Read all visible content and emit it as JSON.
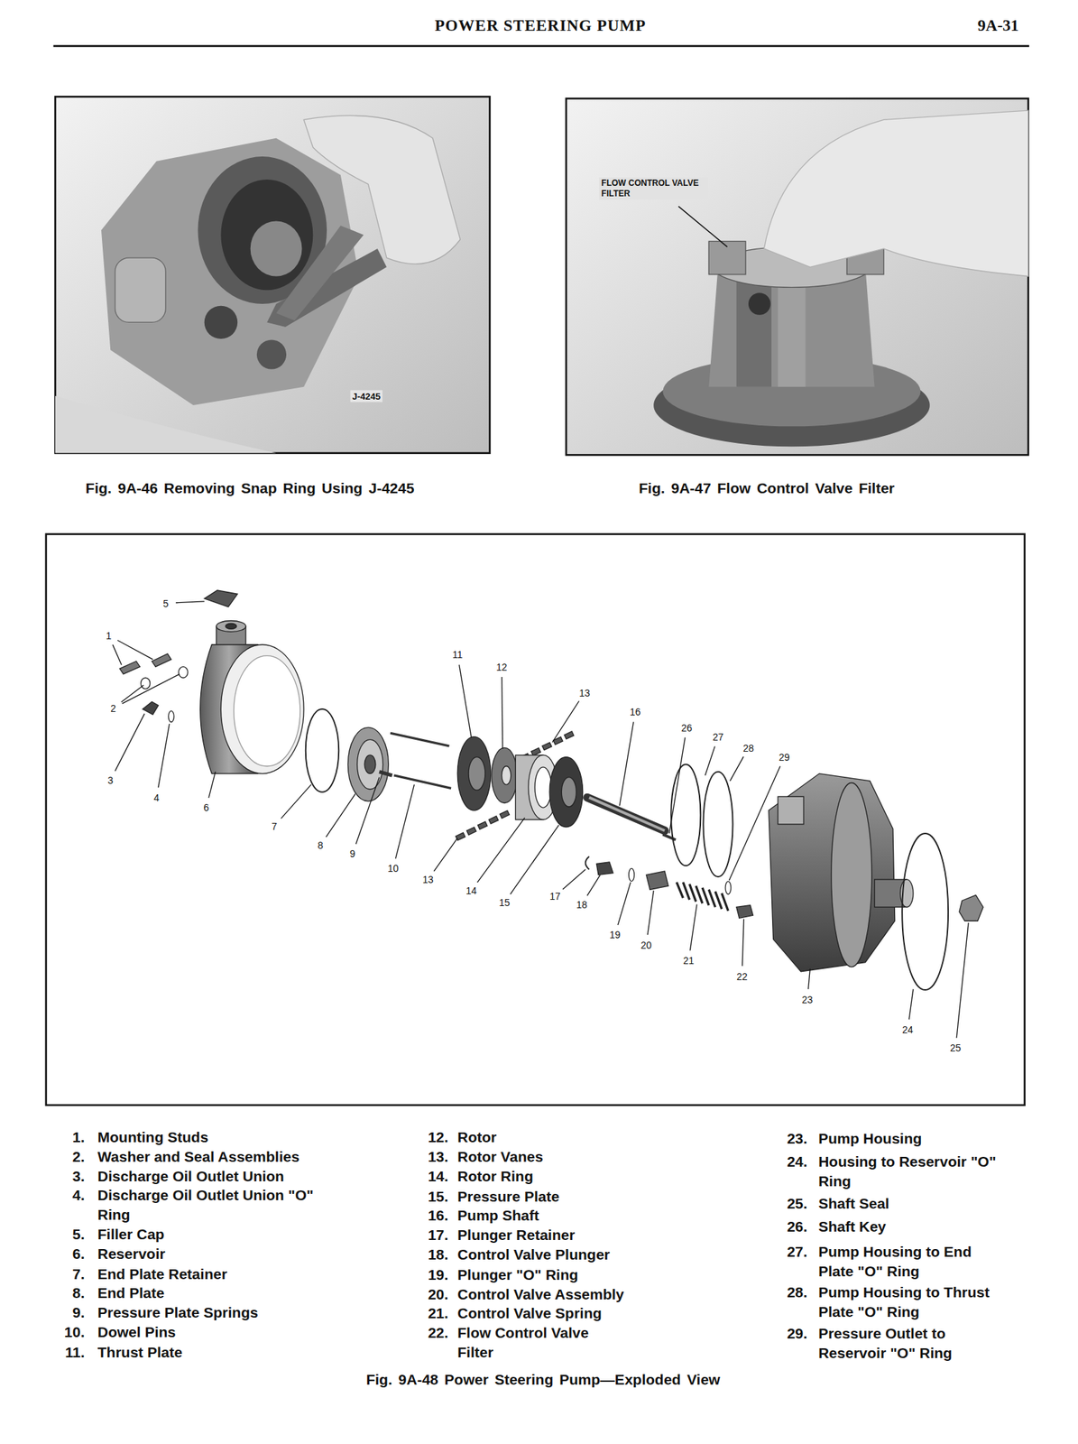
{
  "diagram": {
    "title": "POWER STEERING PUMP",
    "caption": "Fig. 9A-48 Power Steering Pump—Exploded View",
    "labels": [
      "9A-31",
      "J-4245",
      "FLOW CONTROL VALVE FILTER",
      "Fig. 9A-46 Removing Snap Ring Using J-4245",
      "Fig. 9A-47 Flow Control Valve Filter",
      "5",
      "1",
      "2",
      "3",
      "4",
      "6",
      "7",
      "8",
      "9",
      "10",
      "11",
      "12",
      "13",
      "13",
      "14",
      "15",
      "16",
      "26",
      "27",
      "28",
      "29",
      "17",
      "18",
      "19",
      "20",
      "21",
      "22",
      "23",
      "24",
      "25",
      "1.",
      "Mounting Studs",
      "2.",
      "Washer and Seal Assemblies",
      "3.",
      "Discharge Oil Outlet Union",
      "4.",
      "Discharge Oil Outlet Union \"O\" Ring",
      "5.",
      "Filler Cap",
      "6.",
      "Reservoir",
      "7.",
      "End Plate Retainer",
      "8.",
      "End Plate",
      "9.",
      "Pressure Plate Springs",
      "10.",
      "Dowel Pins",
      "11.",
      "Thrust Plate",
      "12.",
      "Rotor",
      "13.",
      "Rotor Vanes",
      "14.",
      "Rotor Ring",
      "15.",
      "Pressure Plate",
      "16.",
      "Pump Shaft",
      "17.",
      "Plunger Retainer",
      "18.",
      "Control Valve Plunger",
      "19.",
      "Plunger \"O\" Ring",
      "20.",
      "Control Valve Assembly",
      "21.",
      "Control Valve Spring",
      "22.",
      "Flow Control Valve Filter",
      "23.",
      "Pump Housing",
      "24.",
      "Housing to Reservoir \"O\" Ring",
      "25.",
      "Shaft Seal",
      "26.",
      "Shaft Key",
      "27.",
      "Pump Housing to End Plate \"O\" Ring",
      "28.",
      "Pump Housing to Thrust Plate \"O\" Ring",
      "29.",
      "Pressure Outlet to Reservoir \"O\" Ring"
    ]
  }
}
